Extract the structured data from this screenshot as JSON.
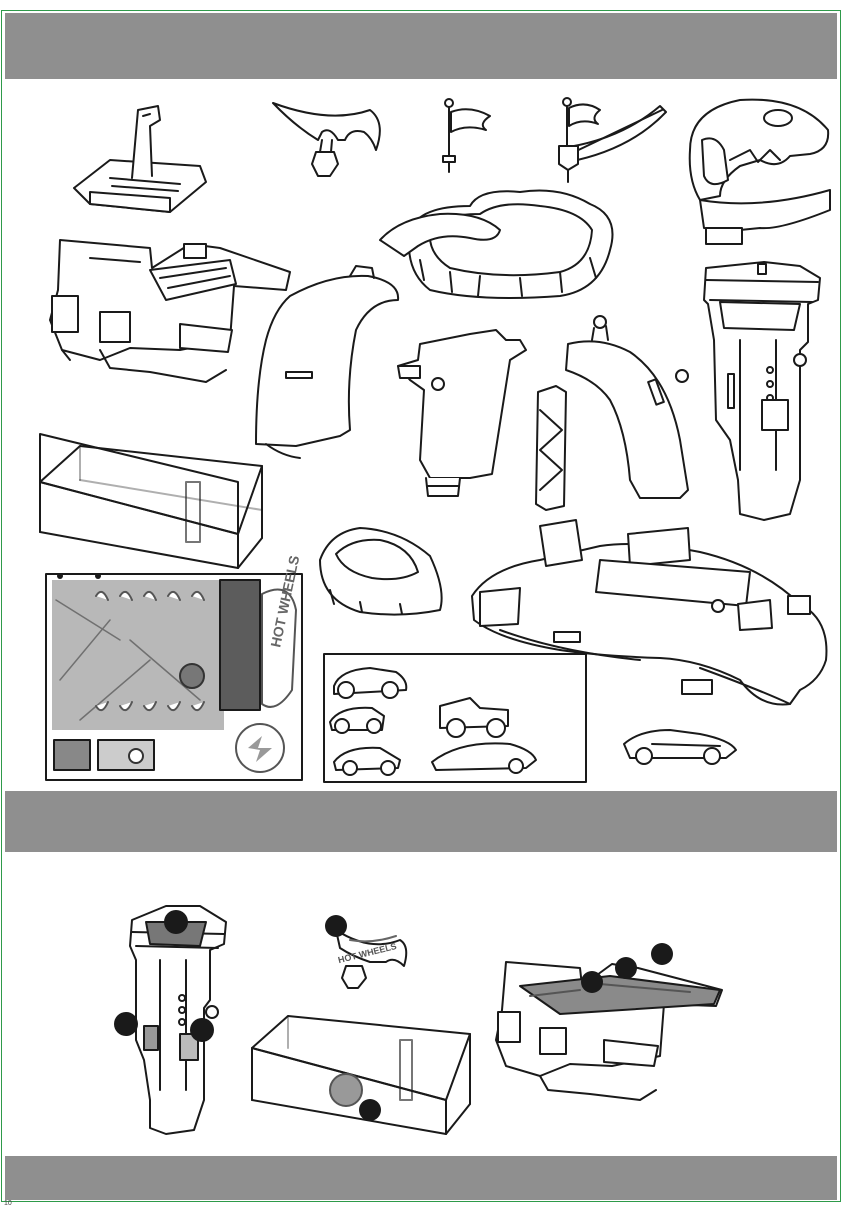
{
  "document": {
    "page_number": "10",
    "section_bars": [
      "",
      "",
      ""
    ]
  },
  "parts_panel": {
    "parts": [
      {
        "name": "launcher-base"
      },
      {
        "name": "spinner-arm"
      },
      {
        "name": "flag-small"
      },
      {
        "name": "flag-ramp"
      },
      {
        "name": "shark-head"
      },
      {
        "name": "ship-module"
      },
      {
        "name": "crater-bowl"
      },
      {
        "name": "curve-track-left"
      },
      {
        "name": "track-piece-bracket"
      },
      {
        "name": "support-post"
      },
      {
        "name": "curve-track-right"
      },
      {
        "name": "tower"
      },
      {
        "name": "clear-box"
      },
      {
        "name": "rock-cup"
      },
      {
        "name": "base-platform"
      },
      {
        "name": "cars"
      }
    ]
  },
  "sticker_sheet": {
    "logo_text": "HOT WHEELS"
  },
  "car_card": {
    "car_count": 6
  },
  "loose_car": {
    "count": 1
  },
  "assembly": {
    "logo_text": "HOT WHEELS",
    "sticker_dots": 9
  },
  "colors": {
    "band": "#8f8f8f",
    "border": "#2e9a4a",
    "ink": "#1a1a1a",
    "sticker_gray": "#9a9a9a"
  }
}
